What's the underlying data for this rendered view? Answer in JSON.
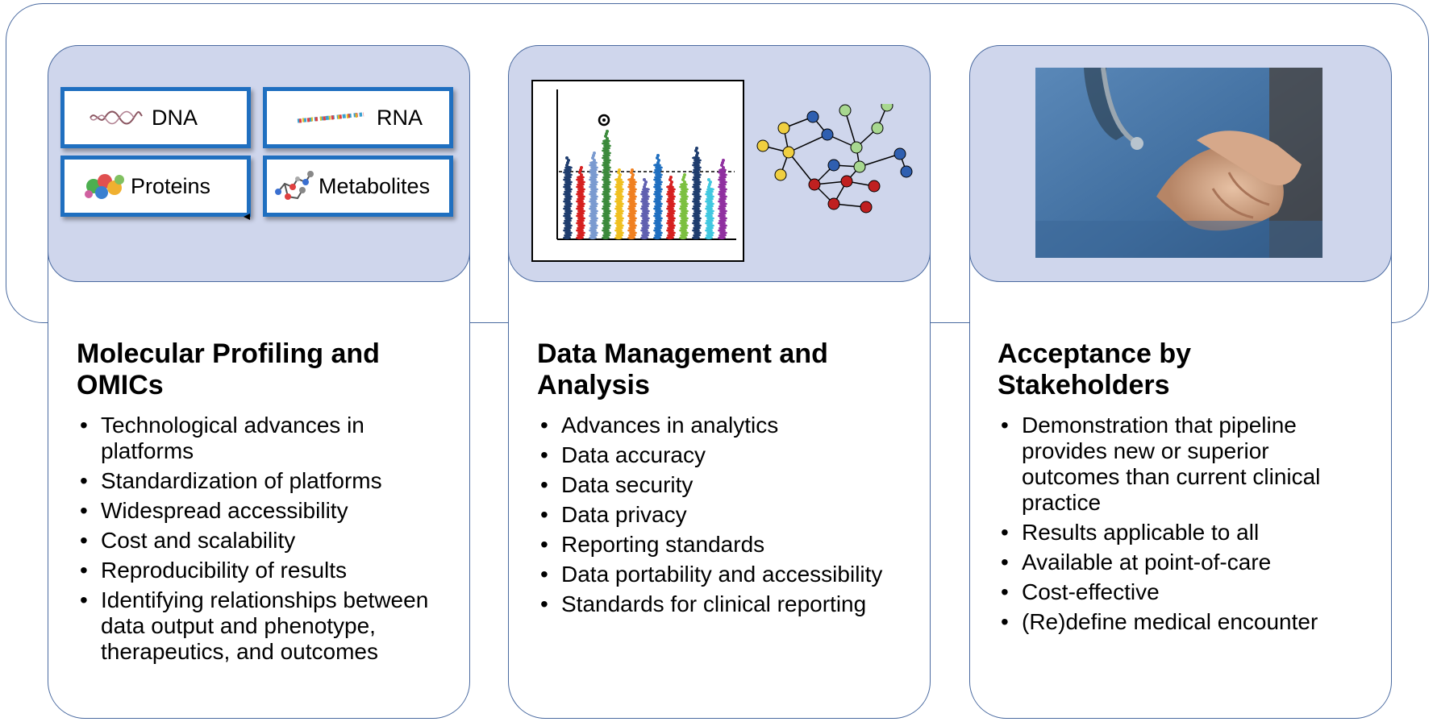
{
  "columns": [
    {
      "title": "Molecular Profiling and OMICs",
      "omics": [
        "DNA",
        "RNA",
        "Proteins",
        "Metabolites"
      ],
      "bullets": [
        "Technological  advances in platforms",
        "Standardization of platforms",
        "Widespread accessibility",
        "Cost and scalability",
        "Reproducibility of results",
        "Identifying relationships between data output and phenotype, therapeutics, and outcomes"
      ]
    },
    {
      "title": "Data Management and Analysis",
      "bullets": [
        "Advances in analytics",
        "Data accuracy",
        "Data security",
        "Data privacy",
        "Reporting standards",
        "Data portability and accessibility",
        "Standards for clinical reporting"
      ]
    },
    {
      "title": "Acceptance by Stakeholders",
      "bullets": [
        "Demonstration that pipeline provides new or superior outcomes than current clinical practice",
        "Results applicable to all",
        "Available at point-of-care",
        "Cost-effective",
        "(Re)define medical encounter"
      ]
    }
  ],
  "colors": {
    "panel_fill": "#cfd6ec",
    "border": "#4a6aa0",
    "omic_border": "#1f6fc0"
  }
}
